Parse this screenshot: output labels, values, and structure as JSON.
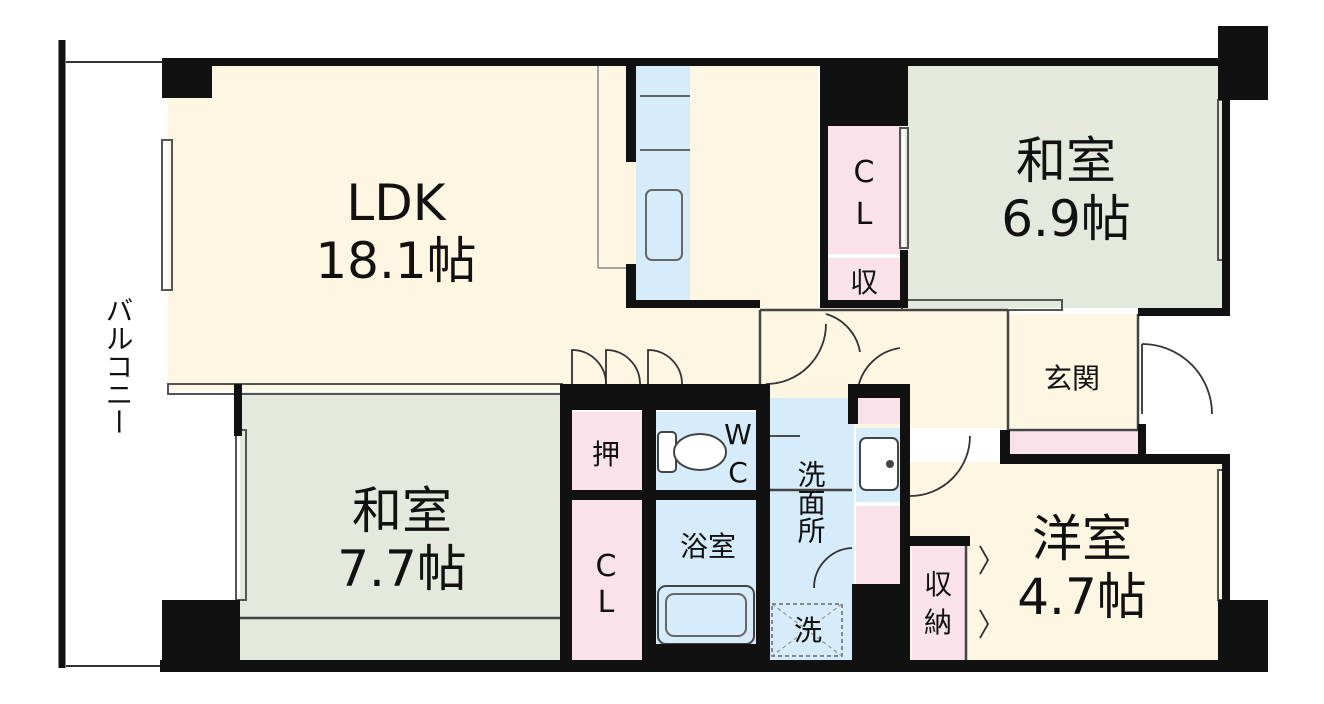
{
  "rooms": {
    "ldk": {
      "name": "LDK",
      "size": "18.1帖"
    },
    "washitsu1": {
      "name": "和室",
      "size": "6.9帖"
    },
    "washitsu2": {
      "name": "和室",
      "size": "7.7帖"
    },
    "yoshitsu": {
      "name": "洋室",
      "size": "4.7帖"
    }
  },
  "labels": {
    "balcony": "バルコニー",
    "closet_c": "C",
    "closet_l": "L",
    "storage": "収",
    "entrance": "玄関",
    "oshiire": "押",
    "wc_w": "W",
    "wc_c": "C",
    "senmenjo": "洗面所",
    "yokushitsu": "浴室",
    "sentakuki": "洗",
    "shuno_1": "収",
    "shuno_2": "納"
  },
  "colors": {
    "wall": "#111111",
    "ldk_floor": "#fdf6e3",
    "washitsu_floor": "#e3e9dc",
    "closet": "#f9e2ea",
    "wet_area": "#d6ecfa",
    "hall": "#fdf6e3"
  }
}
